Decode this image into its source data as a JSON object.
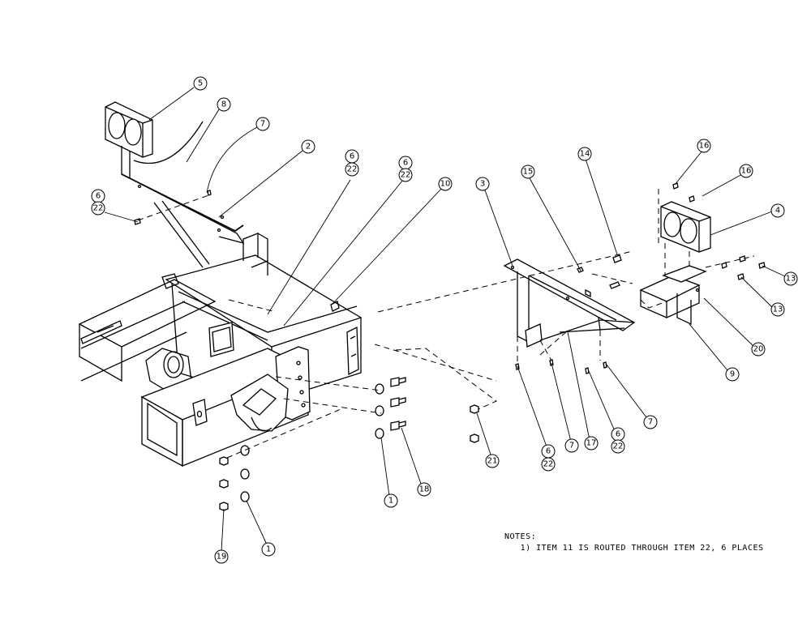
{
  "notes": {
    "heading": "NOTES:",
    "items": [
      "1) ITEM 11 IS ROUTED THROUGH ITEM 22, 6 PLACES"
    ]
  },
  "callouts": [
    {
      "label": "5"
    },
    {
      "label": "8"
    },
    {
      "label": "7"
    },
    {
      "label": "2"
    },
    {
      "label": "6",
      "sub": "22"
    },
    {
      "label": "6",
      "sub": "22"
    },
    {
      "label": "6",
      "sub": "22"
    },
    {
      "label": "10"
    },
    {
      "label": "3"
    },
    {
      "label": "15"
    },
    {
      "label": "14"
    },
    {
      "label": "16"
    },
    {
      "label": "16"
    },
    {
      "label": "4"
    },
    {
      "label": "13"
    },
    {
      "label": "13"
    },
    {
      "label": "20"
    },
    {
      "label": "9"
    },
    {
      "label": "7"
    },
    {
      "label": "6",
      "sub": "22"
    },
    {
      "label": "17"
    },
    {
      "label": "7"
    },
    {
      "label": "6",
      "sub": "22"
    },
    {
      "label": "21"
    },
    {
      "label": "18"
    },
    {
      "label": "1"
    },
    {
      "label": "1"
    },
    {
      "label": "19"
    }
  ]
}
